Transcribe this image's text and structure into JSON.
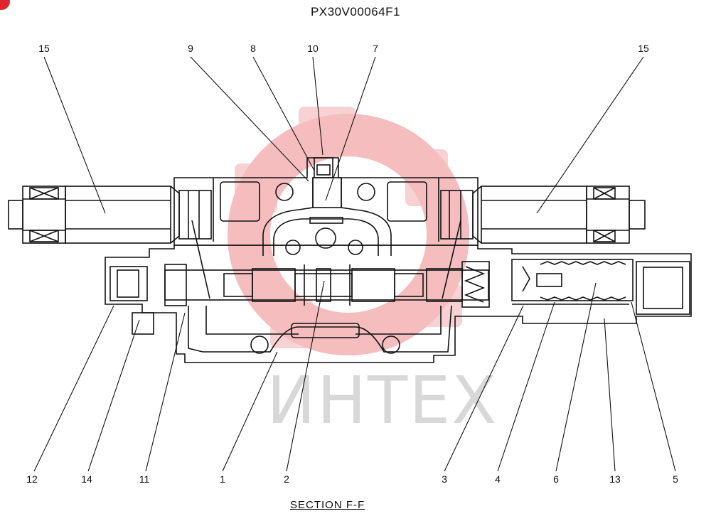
{
  "drawing_code": "PX30V00064F1",
  "section_caption": "SECTION  F-F",
  "watermark_text": "ИНТЕХ",
  "watermark_color": "#f2a7a9",
  "badge_color": "#e0262c",
  "callouts": {
    "c15_left": "15",
    "c9": "9",
    "c8": "8",
    "c10": "10",
    "c7": "7",
    "c15_right": "15",
    "c12": "12",
    "c14": "14",
    "c11": "11",
    "c1": "1",
    "c2": "2",
    "c3": "3",
    "c4": "4",
    "c6": "6",
    "c13": "13",
    "c5": "5"
  }
}
